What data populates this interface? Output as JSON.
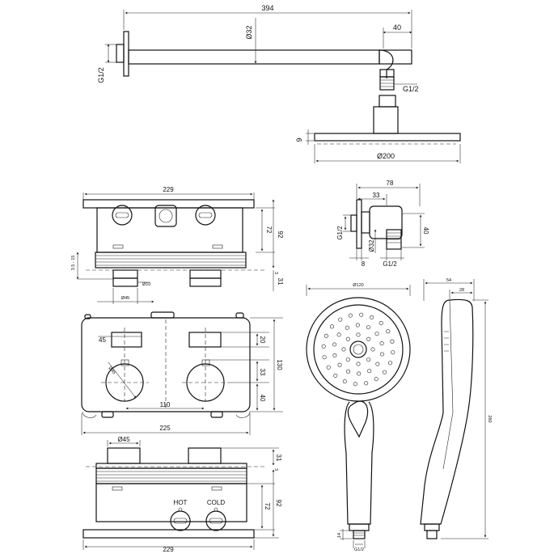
{
  "overhead": {
    "total_length": "394",
    "arm_diameter": "Ø32",
    "arm_end": "40",
    "wall_thread": "G1/2",
    "head_thread": "G1/2",
    "head_thickness": "9",
    "head_diameter": "Ø200"
  },
  "mixer_top": {
    "width": "229",
    "h72": "72",
    "h92": "92",
    "plaster": "3.5 - 15",
    "three": "3",
    "knob_dia": "Ø10",
    "knob_depth": "31",
    "knob_width": "Ø45"
  },
  "wall_outlet": {
    "width": "78",
    "offset": "33",
    "thread": "G1/2",
    "height": "40",
    "dia": "Ø32",
    "depth": "8",
    "thread2": "G1/2"
  },
  "mixer_front": {
    "slot": "45",
    "knob": "Ø45",
    "spacing": "110",
    "width": "225",
    "h20": "20",
    "h33": "33",
    "h40": "40",
    "height": "130"
  },
  "hand_shower": {
    "head_dia": "Ø120",
    "depth": "54",
    "depth2": "28",
    "length": "260",
    "thread": "G1/2",
    "thread_len": "14"
  },
  "mixer_bottom": {
    "knob": "Ø45",
    "k31": "31",
    "three": "3",
    "h72": "72",
    "h92": "92",
    "width": "229",
    "hot": "HOT",
    "cold": "COLD"
  }
}
